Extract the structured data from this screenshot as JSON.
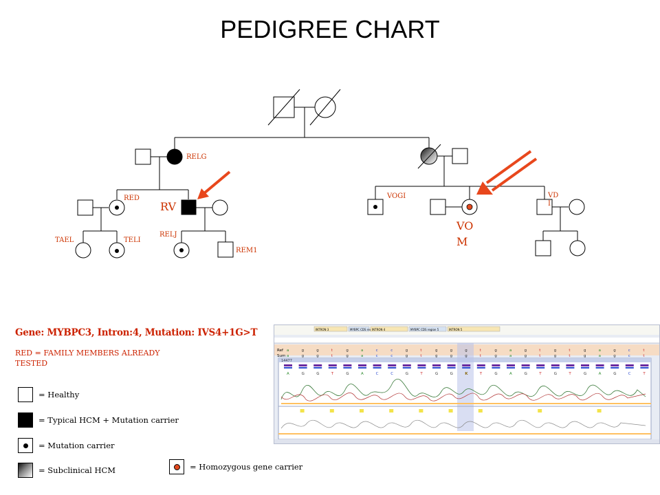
{
  "title": "PEDIGREE CHART",
  "labels": {
    "relg": "RELG",
    "red": "RED",
    "rv": "RV",
    "taeL": "TAEL",
    "teli": "TELI",
    "relj": "RELJ",
    "rem1": "REM1",
    "vogi": "VOGI",
    "vom_1": "VO",
    "vom_2": "M",
    "vdi_1": "VD",
    "vdi_2": "I"
  },
  "gene_info": "Gene: MYBPC3, Intron:4, Mutation: IVS4+1G>T",
  "red_note": "RED = FAMILY MEMBERS ALREADY TESTED",
  "legend": {
    "healthy": "= Healthy",
    "typical": "= Typical HCM + Mutation carrier",
    "carrier": "= Mutation carrier",
    "subclinical": "= Subclinical  HCM",
    "homozygous": "= Homozygous gene carrier"
  },
  "sequence": {
    "header_labels": [
      "INTRON 3",
      "MYBPC CDS region 4",
      "INTRON 4",
      "MYBPC CDS region 5",
      "INTRON 5"
    ],
    "ref_label": "Ref",
    "sum_label": "Sum",
    "track_label": "14477",
    "ref_bases": [
      "a",
      "g",
      "g",
      "t",
      "g",
      "a",
      "c",
      "c",
      "g",
      "t",
      "g",
      "g",
      "g",
      "t",
      "g",
      "a",
      "g",
      "t",
      "g",
      "t",
      "g",
      "a",
      "g",
      "c",
      "t"
    ],
    "read_bases": [
      "A",
      "G",
      "G",
      "T",
      "G",
      "A",
      "C",
      "C",
      "G",
      "T",
      "G",
      "G",
      "K",
      "T",
      "G",
      "A",
      "G",
      "T",
      "G",
      "T",
      "G",
      "A",
      "G",
      "C",
      "T"
    ]
  },
  "colors": {
    "label_red": "#cc3300",
    "arrow": "#e8471c",
    "homozygous_fill": "#e34a1f"
  }
}
